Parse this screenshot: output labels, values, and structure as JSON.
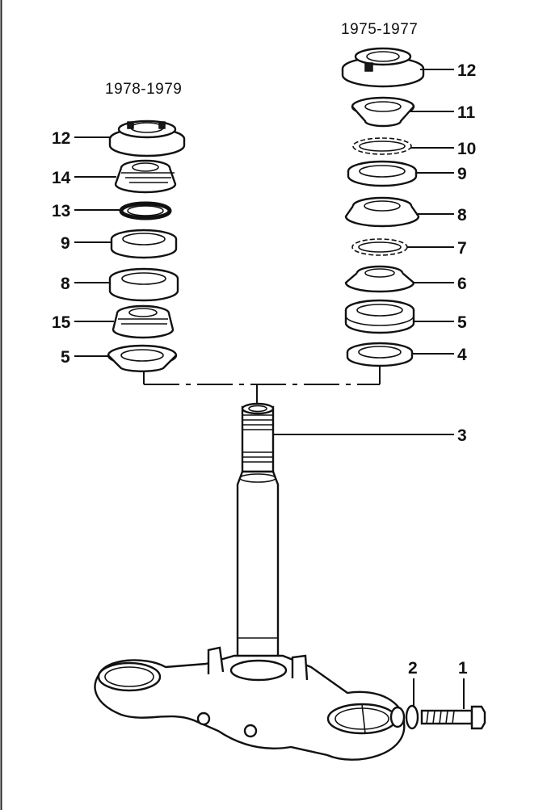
{
  "diagram": {
    "groups": {
      "left_year": "1978-1979",
      "right_year": "1975-1977"
    },
    "left_callouts": [
      "12",
      "14",
      "13",
      "9",
      "8",
      "15",
      "5"
    ],
    "right_callouts": [
      "12",
      "11",
      "10",
      "9",
      "8",
      "7",
      "6",
      "5",
      "4"
    ],
    "stem_callout": "3",
    "bolt_callouts": [
      "2",
      "1"
    ]
  }
}
